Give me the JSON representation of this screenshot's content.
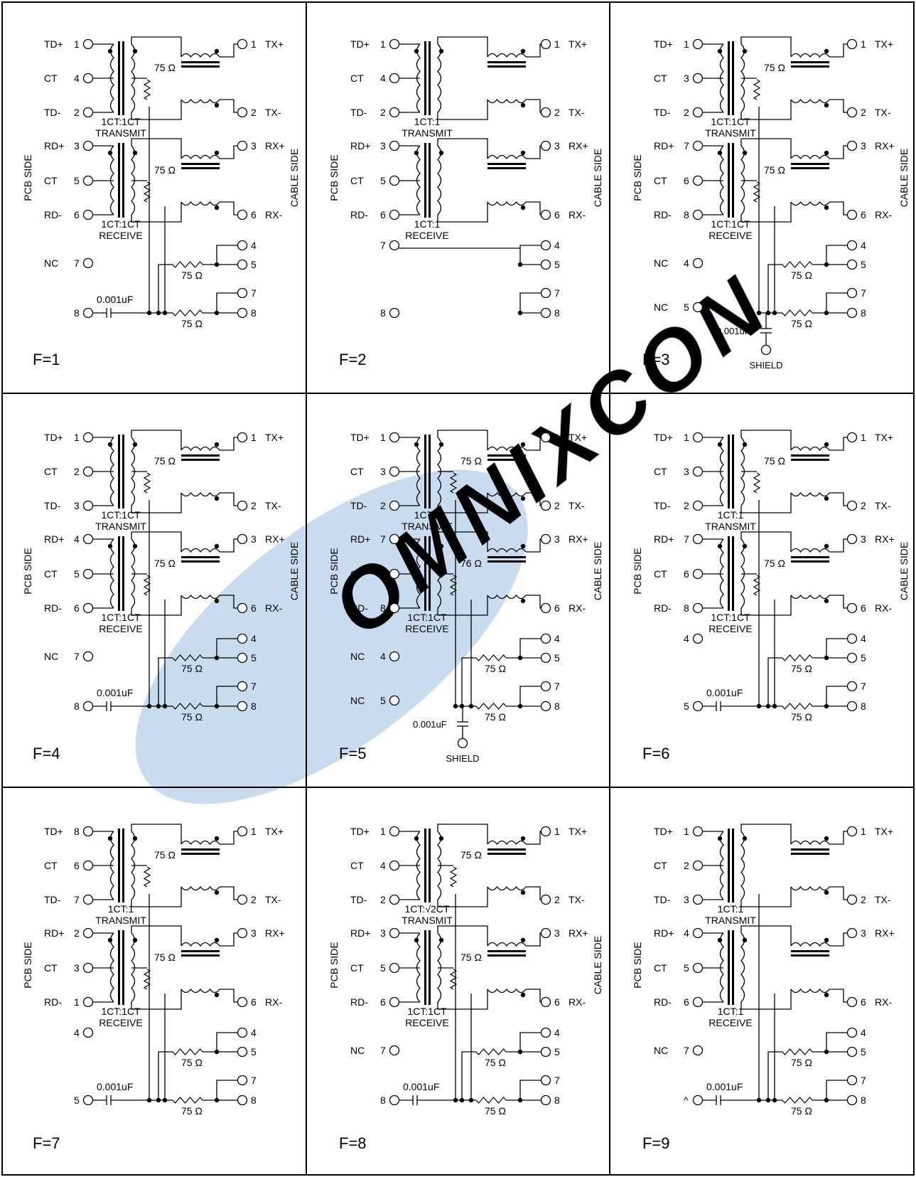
{
  "watermark": "OMNIXCON",
  "colors": {
    "ink": "#000000",
    "watermark": "#c9dcef"
  },
  "panels": [
    {
      "id": "F=1",
      "label": "F=1",
      "side_left": "PCB SIDE",
      "side_right": "CABLE SIDE",
      "left_pins": [
        {
          "name": "TD+",
          "num": "1"
        },
        {
          "name": "CT",
          "num": "4"
        },
        {
          "name": "TD-",
          "num": "2"
        },
        {
          "name": "RD+",
          "num": "3"
        },
        {
          "name": "CT",
          "num": "5"
        },
        {
          "name": "RD-",
          "num": "6"
        }
      ],
      "right_pins": [
        {
          "num": "1",
          "name": "TX+"
        },
        {
          "num": "2",
          "name": "TX-"
        },
        {
          "num": "3",
          "name": "RX+"
        },
        {
          "num": "6",
          "name": "RX-"
        }
      ],
      "xfmr_top": [
        "1CT:1CT",
        "TRANSMIT"
      ],
      "xfmr_bot": [
        "1CT:1CT",
        "RECEIVE"
      ],
      "ohm_top": "75 Ω",
      "ohm_bot": "75 Ω",
      "nc": [
        {
          "name": "NC",
          "num": "7"
        }
      ],
      "bottom_left": [
        "",
        "8"
      ],
      "bottom_right": [
        "4",
        "5",
        "7",
        "8"
      ],
      "term_ohms": [
        "75 Ω",
        "75 Ω"
      ],
      "cap": "0.001uF",
      "shield": ""
    },
    {
      "id": "F=2",
      "label": "F=2",
      "side_left": "PCB SIDE",
      "side_right": "CABLE SIDE",
      "left_pins": [
        {
          "name": "TD+",
          "num": "1"
        },
        {
          "name": "CT",
          "num": "4"
        },
        {
          "name": "TD-",
          "num": "2"
        },
        {
          "name": "RD+",
          "num": "3"
        },
        {
          "name": "CT",
          "num": "5"
        },
        {
          "name": "RD-",
          "num": "6"
        }
      ],
      "right_pins": [
        {
          "num": "1",
          "name": "TX+"
        },
        {
          "num": "2",
          "name": "TX-"
        },
        {
          "num": "3",
          "name": "RX+"
        },
        {
          "num": "6",
          "name": "RX-"
        }
      ],
      "xfmr_top": [
        "1CT:1",
        "TRANSMIT"
      ],
      "xfmr_bot": [
        "1CT:1",
        "RECEIVE"
      ],
      "ohm_top": "",
      "ohm_bot": "",
      "nc": [],
      "bottom_left": [
        "7",
        "8"
      ],
      "bottom_right": [
        "4",
        "5",
        "7",
        "8"
      ],
      "term_ohms": [],
      "cap": "",
      "shield": ""
    },
    {
      "id": "F=3",
      "label": "F=3",
      "side_left": "PCB SIDE",
      "side_right": "CABLE SIDE",
      "left_pins": [
        {
          "name": "TD+",
          "num": "1"
        },
        {
          "name": "CT",
          "num": "3"
        },
        {
          "name": "TD-",
          "num": "2"
        },
        {
          "name": "RD+",
          "num": "7"
        },
        {
          "name": "CT",
          "num": "6"
        },
        {
          "name": "RD-",
          "num": "8"
        }
      ],
      "right_pins": [
        {
          "num": "1",
          "name": "TX+"
        },
        {
          "num": "2",
          "name": "TX-"
        },
        {
          "num": "3",
          "name": "RX+"
        },
        {
          "num": "6",
          "name": "RX-"
        }
      ],
      "xfmr_top": [
        "1CT:1CT",
        "TRANSMIT"
      ],
      "xfmr_bot": [
        "1CT:1CT",
        "RECEIVE"
      ],
      "ohm_top": "75 Ω",
      "ohm_bot": "75 Ω",
      "nc": [
        {
          "name": "NC",
          "num": "4"
        },
        {
          "name": "NC",
          "num": "5"
        }
      ],
      "bottom_left": [],
      "bottom_right": [
        "4",
        "5",
        "7",
        "8"
      ],
      "term_ohms": [
        "75 Ω",
        "75 Ω"
      ],
      "cap": "0.001uF",
      "shield": "SHIELD"
    },
    {
      "id": "F=4",
      "label": "F=4",
      "side_left": "PCB SIDE",
      "side_right": "CABLE SIDE",
      "left_pins": [
        {
          "name": "TD+",
          "num": "1"
        },
        {
          "name": "CT",
          "num": "2"
        },
        {
          "name": "TD-",
          "num": "3"
        },
        {
          "name": "RD+",
          "num": "4"
        },
        {
          "name": "CT",
          "num": "5"
        },
        {
          "name": "RD-",
          "num": "6"
        }
      ],
      "right_pins": [
        {
          "num": "1",
          "name": "TX+"
        },
        {
          "num": "2",
          "name": "TX-"
        },
        {
          "num": "3",
          "name": "RX+"
        },
        {
          "num": "6",
          "name": "RX-"
        }
      ],
      "xfmr_top": [
        "1CT:1CT",
        "TRANSMIT"
      ],
      "xfmr_bot": [
        "1CT:1CT",
        "RECEIVE"
      ],
      "ohm_top": "75 Ω",
      "ohm_bot": "75 Ω",
      "nc": [
        {
          "name": "NC",
          "num": "7"
        }
      ],
      "bottom_left": [
        "",
        "8"
      ],
      "bottom_right": [
        "4",
        "5",
        "7",
        "8"
      ],
      "term_ohms": [
        "75 Ω",
        "75 Ω"
      ],
      "cap": "0.001uF",
      "shield": ""
    },
    {
      "id": "F=5",
      "label": "F=5",
      "side_left": "PCB SIDE",
      "side_right": "CABLE SIDE",
      "left_pins": [
        {
          "name": "TD+",
          "num": "1"
        },
        {
          "name": "CT",
          "num": "3"
        },
        {
          "name": "TD-",
          "num": "2"
        },
        {
          "name": "RD+",
          "num": "7"
        },
        {
          "name": "CT",
          "num": "6"
        },
        {
          "name": "RD-",
          "num": "8"
        }
      ],
      "right_pins": [
        {
          "num": "1",
          "name": "TX+"
        },
        {
          "num": "2",
          "name": "TX-"
        },
        {
          "num": "3",
          "name": "RX+"
        },
        {
          "num": "6",
          "name": "RX-"
        }
      ],
      "xfmr_top": [
        "1CT:1",
        "TRANSMIT"
      ],
      "xfmr_bot": [
        "1CT:1CT",
        "RECEIVE"
      ],
      "ohm_top": "75 Ω",
      "ohm_bot": "76 Ω",
      "nc": [
        {
          "name": "NC",
          "num": "4"
        },
        {
          "name": "NC",
          "num": "5"
        }
      ],
      "bottom_left": [],
      "bottom_right": [
        "4",
        "5",
        "7",
        "8"
      ],
      "term_ohms": [
        "75 Ω",
        "75 Ω"
      ],
      "cap": "0.001uF",
      "shield": "SHIELD"
    },
    {
      "id": "F=6",
      "label": "F=6",
      "side_left": "PCB SIDE",
      "side_right": "CABLE SIDE",
      "left_pins": [
        {
          "name": "TD+",
          "num": "1"
        },
        {
          "name": "CT",
          "num": "3"
        },
        {
          "name": "TD-",
          "num": "2"
        },
        {
          "name": "RD+",
          "num": "7"
        },
        {
          "name": "CT",
          "num": "6"
        },
        {
          "name": "RD-",
          "num": "8"
        }
      ],
      "right_pins": [
        {
          "num": "1",
          "name": "TX+"
        },
        {
          "num": "2",
          "name": "TX-"
        },
        {
          "num": "3",
          "name": "RX+"
        },
        {
          "num": "6",
          "name": "RX-"
        }
      ],
      "xfmr_top": [
        "1CT:1",
        "TRANSMIT"
      ],
      "xfmr_bot": [
        "1CT:1CT",
        "RECEIVE"
      ],
      "ohm_top": "75 Ω",
      "ohm_bot": "75 Ω",
      "nc": [],
      "bottom_left": [
        "4",
        "5"
      ],
      "bottom_right": [
        "4",
        "5",
        "7",
        "8"
      ],
      "term_ohms": [
        "75 Ω",
        "75 Ω"
      ],
      "cap": "0.001uF",
      "shield": ""
    },
    {
      "id": "F=7",
      "label": "F=7",
      "side_left": "PCB SIDE",
      "side_right": "",
      "left_pins": [
        {
          "name": "TD+",
          "num": "8"
        },
        {
          "name": "CT",
          "num": "6"
        },
        {
          "name": "TD-",
          "num": "7"
        },
        {
          "name": "RD+",
          "num": "2"
        },
        {
          "name": "CT",
          "num": "3"
        },
        {
          "name": "RD-",
          "num": "1"
        }
      ],
      "right_pins": [
        {
          "num": "1",
          "name": "TX+"
        },
        {
          "num": "2",
          "name": "TX-"
        },
        {
          "num": "3",
          "name": "RX+"
        },
        {
          "num": "6",
          "name": "RX-"
        }
      ],
      "xfmr_top": [
        "1CT:1",
        "TRANSMIT"
      ],
      "xfmr_bot": [
        "1CT:1CT",
        "RECEIVE"
      ],
      "ohm_top": "75 Ω",
      "ohm_bot": "75 Ω",
      "nc": [],
      "bottom_left": [
        "4",
        "5"
      ],
      "bottom_right": [
        "4",
        "5",
        "7",
        "8"
      ],
      "term_ohms": [
        "75 Ω",
        "75 Ω"
      ],
      "cap": "0.001uF",
      "shield": ""
    },
    {
      "id": "F=8",
      "label": "F=8",
      "side_left": "PCB SIDE",
      "side_right": "CABLE SIDE",
      "left_pins": [
        {
          "name": "TD+",
          "num": "1"
        },
        {
          "name": "CT",
          "num": "4"
        },
        {
          "name": "TD-",
          "num": "2"
        },
        {
          "name": "RD+",
          "num": "3"
        },
        {
          "name": "CT",
          "num": "5"
        },
        {
          "name": "RD-",
          "num": "6"
        }
      ],
      "right_pins": [
        {
          "num": "1",
          "name": "TX+"
        },
        {
          "num": "2",
          "name": "TX-"
        },
        {
          "num": "3",
          "name": "RX+"
        },
        {
          "num": "6",
          "name": "RX-"
        }
      ],
      "xfmr_top": [
        "1CT:√2CT",
        "TRANSMIT"
      ],
      "xfmr_bot": [
        "1CT:1CT",
        "RECEIVE"
      ],
      "ohm_top": "75 Ω",
      "ohm_bot": "75 Ω",
      "nc": [
        {
          "name": "NC",
          "num": "7"
        }
      ],
      "bottom_left": [
        "",
        "8"
      ],
      "bottom_right": [
        "4",
        "5",
        "7",
        "8"
      ],
      "term_ohms": [
        "75 Ω",
        "75 Ω"
      ],
      "cap": "0.001uF",
      "shield": ""
    },
    {
      "id": "F=9",
      "label": "F=9",
      "side_left": "PCB SIDE",
      "side_right": "",
      "left_pins": [
        {
          "name": "TD+",
          "num": "1"
        },
        {
          "name": "CT",
          "num": "2"
        },
        {
          "name": "TD-",
          "num": "3"
        },
        {
          "name": "RD+",
          "num": "4"
        },
        {
          "name": "CT",
          "num": "5"
        },
        {
          "name": "RD-",
          "num": "6"
        }
      ],
      "right_pins": [
        {
          "num": "1",
          "name": "TX+"
        },
        {
          "num": "2",
          "name": "TX-"
        },
        {
          "num": "3",
          "name": "RX+"
        },
        {
          "num": "6",
          "name": "RX-"
        }
      ],
      "xfmr_top": [
        "1CT:1",
        "TRANSMIT"
      ],
      "xfmr_bot": [
        "1CT:1",
        "RECEIVE"
      ],
      "ohm_top": "",
      "ohm_bot": "",
      "nc": [
        {
          "name": "NC",
          "num": "7"
        }
      ],
      "bottom_left": [
        "",
        "^"
      ],
      "bottom_right": [
        "4",
        "5",
        "7",
        "8"
      ],
      "term_ohms": [
        "75 Ω",
        "75 Ω"
      ],
      "cap": "0.001uF",
      "shield": ""
    }
  ]
}
